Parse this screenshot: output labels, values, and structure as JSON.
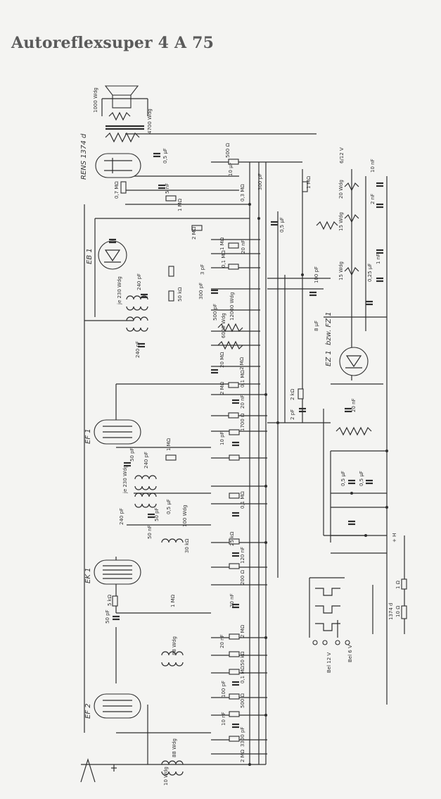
{
  "title": "Autoreflexsuper 4 A 75",
  "tubes": [
    "RENS 1374 d",
    "EB 1",
    "EF 1",
    "EK 1",
    "EF 2",
    "EZ 1",
    "bzw. FZ 1"
  ],
  "supply": [
    "6/12 V",
    "Bel 12 V",
    "Bel 6 V",
    "+ H",
    "1374 d",
    "1 Ω",
    "10 Ω"
  ],
  "labels": {
    "a1": "1000 Wdg",
    "a2": "4700 Wdg",
    "a3": "0,5 μF",
    "a4": "0,7 MΩ",
    "a5": "5 nF",
    "a6": "500 Ω",
    "a7": "10 μF",
    "a8": "0,3 MΩ",
    "a9": "300 pF",
    "a10": "0,5 μF",
    "a11": "1 MΩ",
    "b1": "1 MΩ",
    "b2": "2 MΩ",
    "b3": "1 MΩ",
    "b4": "20 nF",
    "b5": "0,1 MΩ",
    "b6": "3 pF",
    "b7": "50 kΩ",
    "b8": "300 pF",
    "b9": "240 pF",
    "b10": "je 230 Wdg",
    "b11": "12000 Wdg",
    "b12": "100 pF",
    "b13": "500 pF",
    "b14": "6000 Wdg",
    "b15": "240 pF",
    "b16": "20 MΩ",
    "b17": "2 MΩ",
    "c1": "2 kΩ",
    "c2": "2 pF",
    "c3": "0,1 MΩ",
    "c4": "2 MΩ",
    "c5": "20 nF",
    "c6": "1700 Ω",
    "c7": "10 pF",
    "c8": "1 MΩ",
    "d1": "50 pF",
    "d2": "240 pF",
    "d3": "je 230 Wdg",
    "d4": "240 pF",
    "d5": "0,5 μF",
    "d6": "50 pF",
    "d7": "100 Wdg",
    "d8": "50 nF",
    "d9": "30 kΩ",
    "d10": "0,1 MΩ",
    "d11": "25 kΩ",
    "d12": "120 nF",
    "d13": "200 Ω",
    "d14": "20 nF",
    "d15": "5 kΩ",
    "d16": "1 MΩ",
    "d17": "50 pF",
    "e1": "88 Wdg",
    "e2": "2 MΩ",
    "e3": "20 nF",
    "e4": "50 kΩ",
    "e5": "0,1 MΩ",
    "e6": "100 pF",
    "e7": "500 Ω",
    "e8": "10 nF",
    "e9": "88 Wdg",
    "e10": "10 Wdg",
    "e11": "3300 pF",
    "e12": "2 MΩ",
    "f1": "20 Wdg",
    "f2": "15 Wdg",
    "f3": "15 Wdg",
    "f4": "0,25 μF",
    "f5": "1 nF",
    "f6": "2 nF",
    "f7": "10 nF",
    "f8": "0,5 μF",
    "f9": "0,5 μF",
    "f10": "20 nF",
    "f11": "8 μF"
  }
}
